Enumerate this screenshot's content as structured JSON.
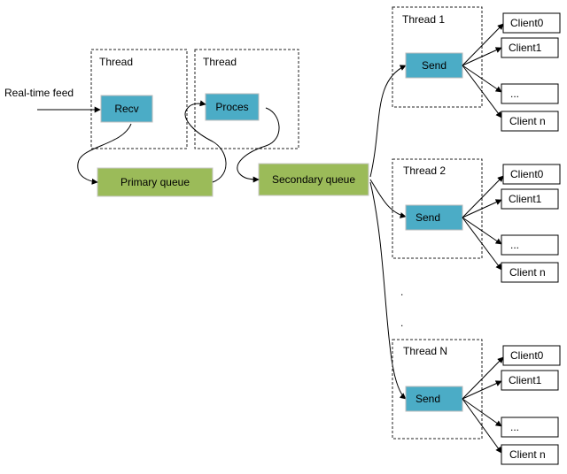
{
  "feed_label": "Real-time feed",
  "recv_thread_label": "Thread",
  "proc_thread_label": "Thread",
  "recv_label": "Recv",
  "proc_label": "Proces",
  "primary_queue_label": "Primary queue",
  "secondary_queue_label": "Secondary queue",
  "ellipsis_dots": ".",
  "send_threads": [
    {
      "label": "Thread 1",
      "send_label": "Send",
      "clients": [
        "Client0",
        "Client1",
        "...",
        "Client n"
      ]
    },
    {
      "label": "Thread 2",
      "send_label": "Send",
      "clients": [
        "Client0",
        "Client1",
        "...",
        "Client n"
      ]
    },
    {
      "label": "Thread N",
      "send_label": "Send",
      "clients": [
        "Client0",
        "Client1",
        "...",
        "Client n"
      ]
    }
  ],
  "colors": {
    "process_box": "#4bacc6",
    "queue_box": "#9bbb59"
  }
}
